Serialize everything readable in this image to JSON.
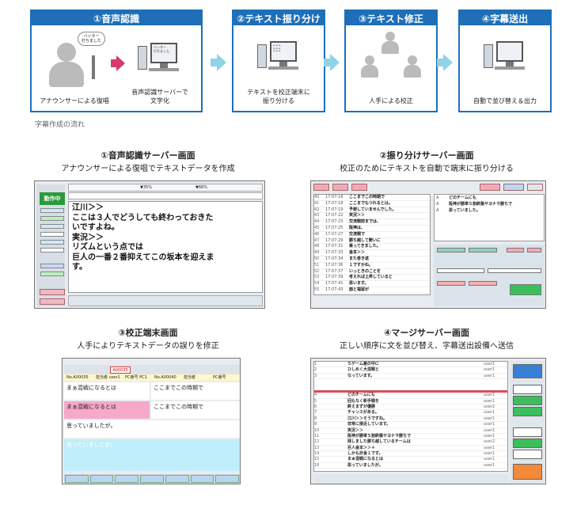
{
  "flow": {
    "steps": [
      {
        "title": "①音声認識",
        "caption_left": "アナウンサーによる復唱",
        "caption_right": "音声認識サーバーで\n文字化",
        "bubble": "バッター\n打ちました",
        "monitor": "バッター\n打ちました"
      },
      {
        "title": "②テキスト振り分け",
        "caption": "テキストを校正端末に\n振り分ける"
      },
      {
        "title": "③テキスト修正",
        "caption": "人手による校正"
      },
      {
        "title": "④字幕送出",
        "caption": "自動で並び替え＆出力"
      }
    ],
    "caption": "字幕作成の流れ"
  },
  "sections": {
    "s1": {
      "title": "①音声認識サーバー画面",
      "sub": "アナウンサーによる復唱でテキストデータを作成"
    },
    "s2": {
      "title": "②振り分けサーバー画面",
      "sub": "校正のためにテキストを自動で端末に振り分ける"
    },
    "s3": {
      "title": "③校正端末画面",
      "sub": "人手によりテキストデータの誤りを修正"
    },
    "s4": {
      "title": "④マージサーバー画面",
      "sub": "正しい順序に文を並び替え、字幕送出設備へ送信"
    }
  },
  "screen1": {
    "live": "動作中",
    "meter_left": "▼35%",
    "meter_right": "▼66%",
    "lines": [
      "江川＞＞",
      "ここは３人でどうしても終わっておきた",
      "いですよね。",
      "実況＞＞",
      "リズムという点では",
      "巨人の一番２番抑えてこの坂本を迎えま",
      "す。"
    ]
  },
  "screen2": {
    "rows": [
      {
        "n": "40",
        "t": "17:07:16",
        "x": "ここまでこの時期で"
      },
      {
        "n": "41",
        "t": "17:07:18",
        "x": "ここまでもつれるとは。"
      },
      {
        "n": "42",
        "t": "17:07:19",
        "x": "予想していませんでした。"
      },
      {
        "n": "43",
        "t": "17:07:22",
        "x": "実況＞＞"
      },
      {
        "n": "44",
        "t": "17:07:23",
        "x": "交流戦前までは、"
      },
      {
        "n": "45",
        "t": "17:07:25",
        "x": "阪神は、"
      },
      {
        "n": "46",
        "t": "17:07:27",
        "x": "交流戦で"
      },
      {
        "n": "47",
        "t": "17:07:29",
        "x": "勝ち越して勢いに"
      },
      {
        "n": "48",
        "t": "17:07:31",
        "x": "乗ってきました。"
      },
      {
        "n": "49",
        "t": "17:07:33",
        "x": "金本＞＞"
      },
      {
        "n": "50",
        "t": "17:07:34",
        "x": "また巻き返"
      },
      {
        "n": "51",
        "t": "17:07:36",
        "x": "１ですかね。"
      },
      {
        "n": "52",
        "t": "17:07:37",
        "x": "いっときのことを"
      },
      {
        "n": "53",
        "t": "17:07:39",
        "x": "考えれば上昇していると"
      },
      {
        "n": "54",
        "t": "17:07:41",
        "x": "思います。"
      },
      {
        "n": "55",
        "t": "17:07:43",
        "x": "面と福留が"
      }
    ],
    "right_rows": [
      {
        "u": "A",
        "x": "どのチームにも"
      },
      {
        "u": "A",
        "x": "阪神が勝率５割終盤サヨナラ勝ちで"
      },
      {
        "u": "A",
        "x": "思っていました。"
      }
    ]
  },
  "screen3": {
    "name": "A00035",
    "info": [
      "No.A00035",
      "担当者 user1",
      "PC番号 PC1",
      "No.A00040",
      "担当者",
      "PC番号"
    ],
    "c1": "まぁ混戦になるとは",
    "c2": "ここまでこの時期で",
    "c3": "まぁ混戦になるとは",
    "c4": "ここまでこの時期で",
    "c5": "思っていましたが。",
    "c6": "思っていましたが。"
  },
  "screen4": {
    "top_rows": [
      {
        "n": "1",
        "x": "５ゲーム差の中に",
        "u": "user1"
      },
      {
        "n": "2",
        "x": "ひしめく大混戦と",
        "u": "user1"
      },
      {
        "n": "3",
        "x": "なっています。",
        "u": "user1"
      }
    ],
    "rows": [
      {
        "n": "4",
        "x": "どのチームにも",
        "u": "user1"
      },
      {
        "n": "5",
        "x": "回もなく新手戦を",
        "u": "user1"
      },
      {
        "n": "6",
        "x": "終えまずが優勝",
        "u": "user2"
      },
      {
        "n": "7",
        "x": "チャンスがある。",
        "u": "user1"
      },
      {
        "n": "8",
        "x": "江川＞＞そうですね。",
        "u": "user1"
      },
      {
        "n": "9",
        "x": "非常に接近しています。",
        "u": "user1"
      },
      {
        "n": "10",
        "x": "実況＞＞",
        "u": "user1"
      },
      {
        "n": "11",
        "x": "阪神が勝率５割終盤サヨナラ勝ちで",
        "u": "user1"
      },
      {
        "n": "12",
        "x": "残しました勝ち越しているチームは",
        "u": "user2"
      },
      {
        "n": "13",
        "x": "巨人金本＞＞＋",
        "u": "user1"
      },
      {
        "n": "14",
        "x": "しかも計金１です。",
        "u": "user1"
      },
      {
        "n": "15",
        "x": "まぁ混戦になるとは",
        "u": "user1"
      },
      {
        "n": "16",
        "x": "思っていましたが。",
        "u": "user1"
      }
    ]
  }
}
